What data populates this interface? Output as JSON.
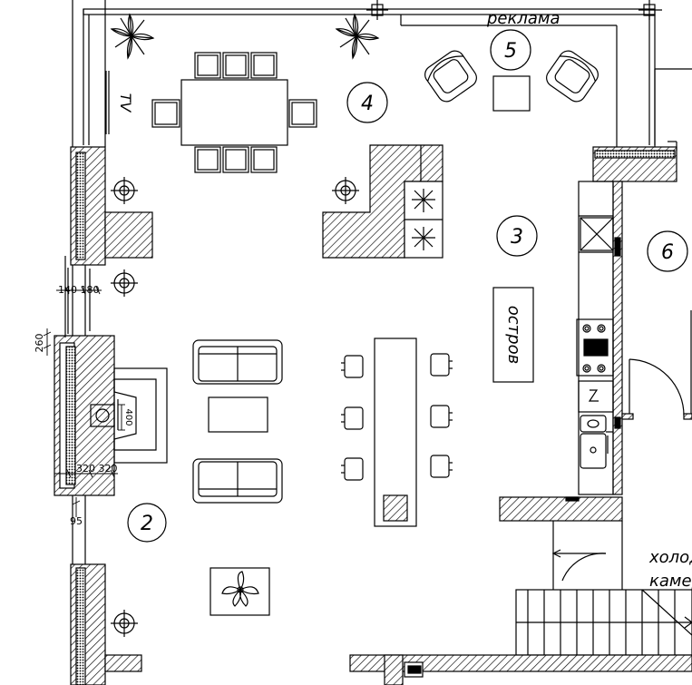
{
  "labels": {
    "advert": "реклама",
    "tv": "TV",
    "island": "остров",
    "cold_room_1": "холод",
    "cold_room_2": "камер"
  },
  "room_numbers": [
    "2",
    "3",
    "4",
    "5",
    "6"
  ],
  "dimensions": {
    "d140_180": "140 180",
    "d260": "260",
    "d400": "400",
    "d320_320": "320 320",
    "d95": "95"
  },
  "colors": {
    "line": "#000000",
    "hatch": "#000000",
    "paper": "#ffffff"
  }
}
